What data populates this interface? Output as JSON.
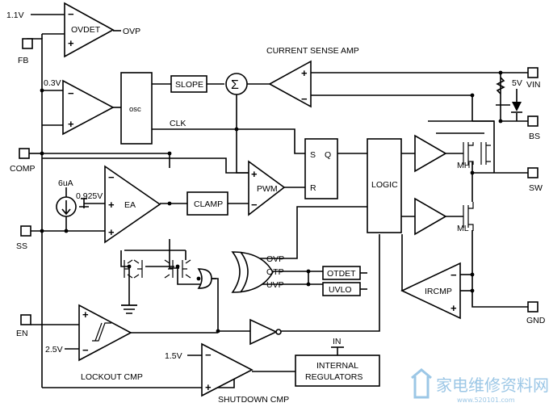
{
  "pins": {
    "fb": "FB",
    "comp": "COMP",
    "ss": "SS",
    "en": "EN",
    "vin": "VIN",
    "bs": "BS",
    "sw": "SW",
    "gnd": "GND"
  },
  "references": {
    "ovdet_ref": "1.1V",
    "osc_ref": "0.3V",
    "ea_ref": "0.925V",
    "ss_current": "6uA",
    "lockout_ref": "2.5V",
    "shutdown_ref": "1.5V",
    "bs_supply": "5V"
  },
  "blocks": {
    "ovdet": "OVDET",
    "ovp_out": "OVP",
    "current_sense_amp": "CURRENT SENSE AMP",
    "osc": "osc",
    "slope": "SLOPE",
    "clk": "CLK",
    "s": "S",
    "q": "Q",
    "r": "R",
    "ea": "EA",
    "clamp": "CLAMP",
    "pwm": "PWM",
    "logic": "LOGIC",
    "ovp": "OVP",
    "otp": "OTP",
    "uvp": "UVP",
    "otdet": "OTDET",
    "uvlo": "UVLO",
    "mh": "MH",
    "ml": "ML",
    "ircmp": "IRCMP",
    "lockout_cmp": "LOCKOUT CMP",
    "shutdown_cmp": "SHUTDOWN CMP",
    "in_label": "IN",
    "internal_regulators_l1": "INTERNAL",
    "internal_regulators_l2": "REGULATORS",
    "sum_symbol": "Σ",
    "plus": "+",
    "minus": "−"
  },
  "watermark": {
    "cn": "家电维修资料网",
    "url": "www.520101.com"
  }
}
